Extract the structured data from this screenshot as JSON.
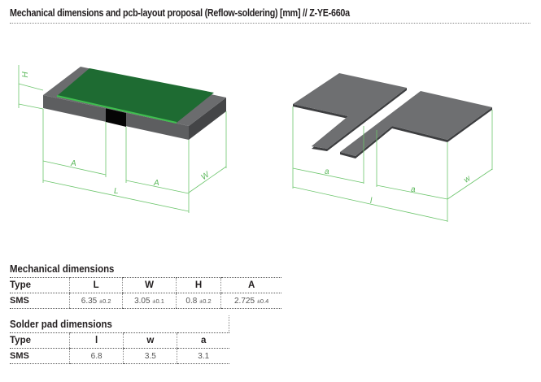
{
  "title": "Mechanical dimensions and pcb-layout proposal (Reflow-soldering) [mm]  //  Z-YE-660a",
  "drawing_component": {
    "labels": {
      "H": "H",
      "A1": "A",
      "A2": "A",
      "L": "L",
      "W": "W"
    }
  },
  "drawing_pads": {
    "labels": {
      "a1": "a",
      "a2": "a",
      "l": "l",
      "w": "w"
    }
  },
  "mechanical": {
    "heading": "Mechanical dimensions",
    "columns": [
      "Type",
      "L",
      "W",
      "H",
      "A"
    ],
    "row": {
      "type": "SMS",
      "L": "6.35",
      "L_tol": "±0.2",
      "W": "3.05",
      "W_tol": "±0.1",
      "H": "0.8",
      "H_tol": "±0.2",
      "A": "2.725",
      "A_tol": "±0.4"
    }
  },
  "solder": {
    "heading": "Solder pad dimensions",
    "columns": [
      "Type",
      "l",
      "w",
      "a"
    ],
    "row": {
      "type": "SMS",
      "l": "6.8",
      "w": "3.5",
      "a": "3.1"
    }
  },
  "colors": {
    "green": "#1e6b32",
    "body": "#5d5e60",
    "dim": "#6cc56c"
  }
}
